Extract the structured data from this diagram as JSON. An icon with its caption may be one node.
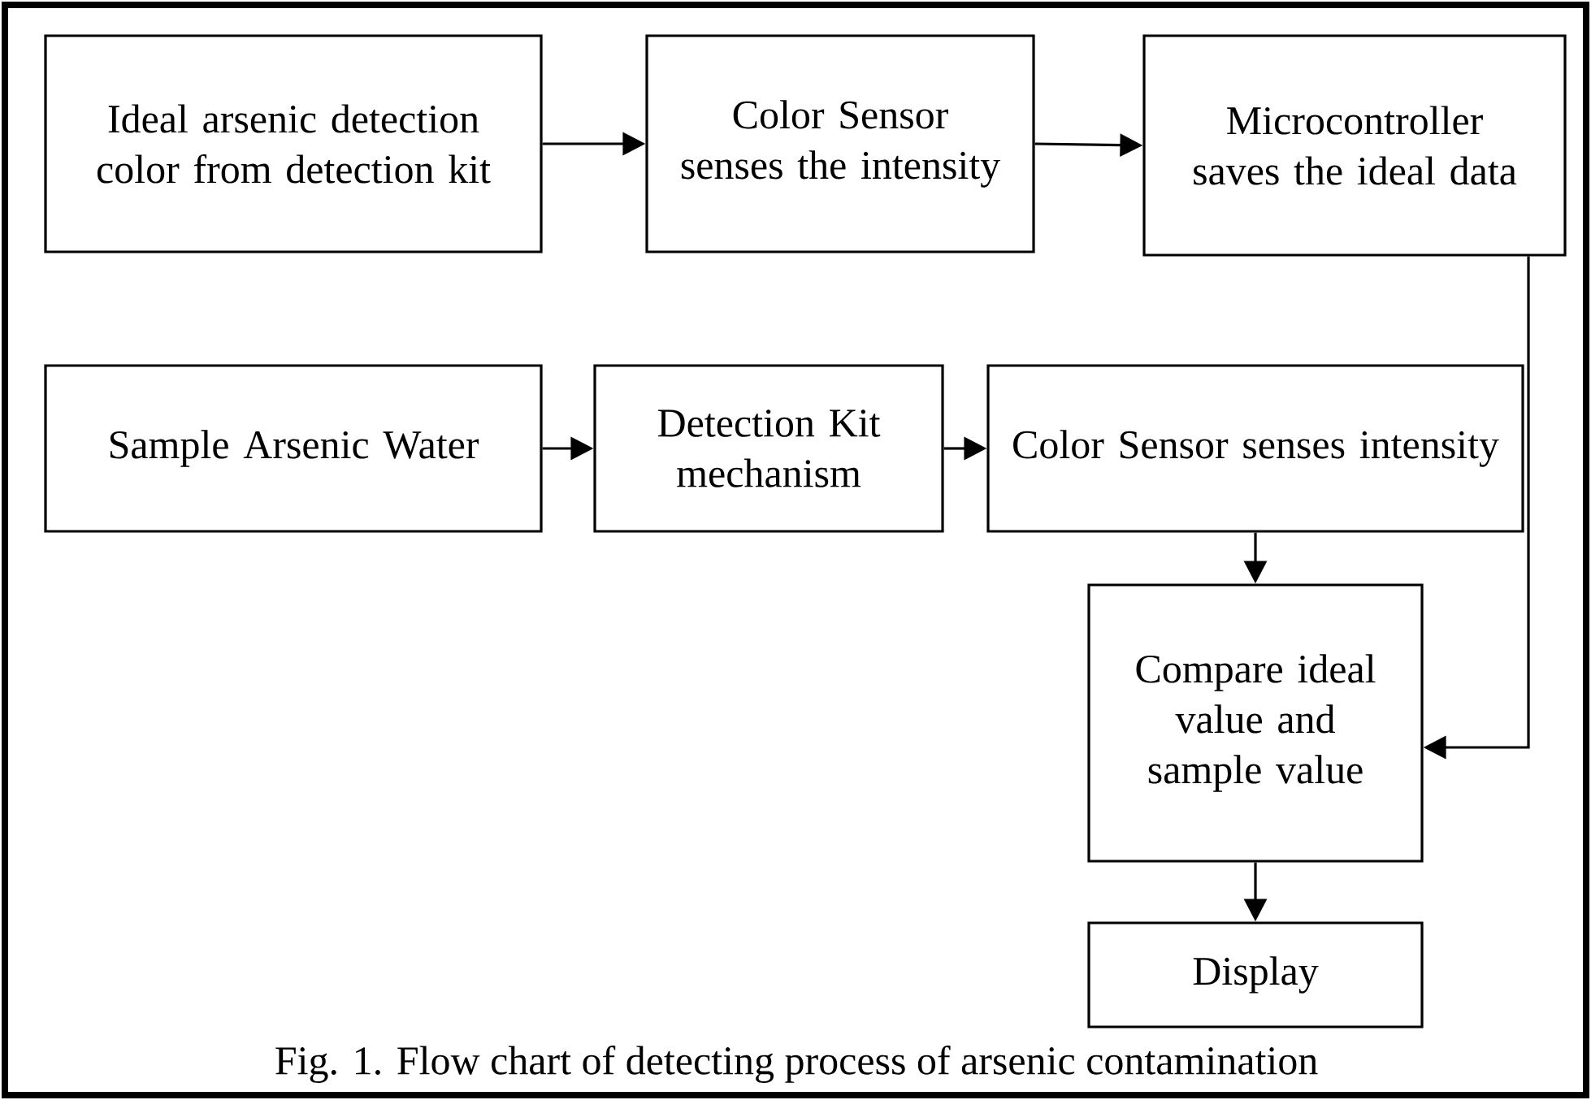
{
  "diagram": {
    "caption": "Fig. 1.  Flow chart of detecting process of arsenic contamination",
    "nodes": [
      {
        "text": [
          "Ideal arsenic detection color from detection kit"
        ]
      },
      {
        "text": [
          "Color Sensor senses the intensity"
        ]
      },
      {
        "text": [
          "Microcontroller saves the ideal data"
        ]
      },
      {
        "text": [
          "Sample Arsenic Water"
        ]
      },
      {
        "text": [
          "Detection Kit mechanism"
        ]
      },
      {
        "text": [
          "Color Sensor senses intensity"
        ]
      },
      {
        "text": [
          "Compare ideal value and sample value"
        ]
      },
      {
        "text": [
          "Display"
        ]
      }
    ],
    "edges": [
      {
        "from": 0,
        "to": 1,
        "arrow": "to"
      },
      {
        "from": 1,
        "to": 2,
        "arrow": "to"
      },
      {
        "from": 3,
        "to": 4,
        "arrow": "to"
      },
      {
        "from": 4,
        "to": 5,
        "arrow": "to"
      },
      {
        "from": 5,
        "to": 6,
        "arrow": "to"
      },
      {
        "from": 2,
        "to": 6,
        "arrow": "to"
      },
      {
        "from": 6,
        "to": 7,
        "arrow": "to"
      }
    ]
  }
}
